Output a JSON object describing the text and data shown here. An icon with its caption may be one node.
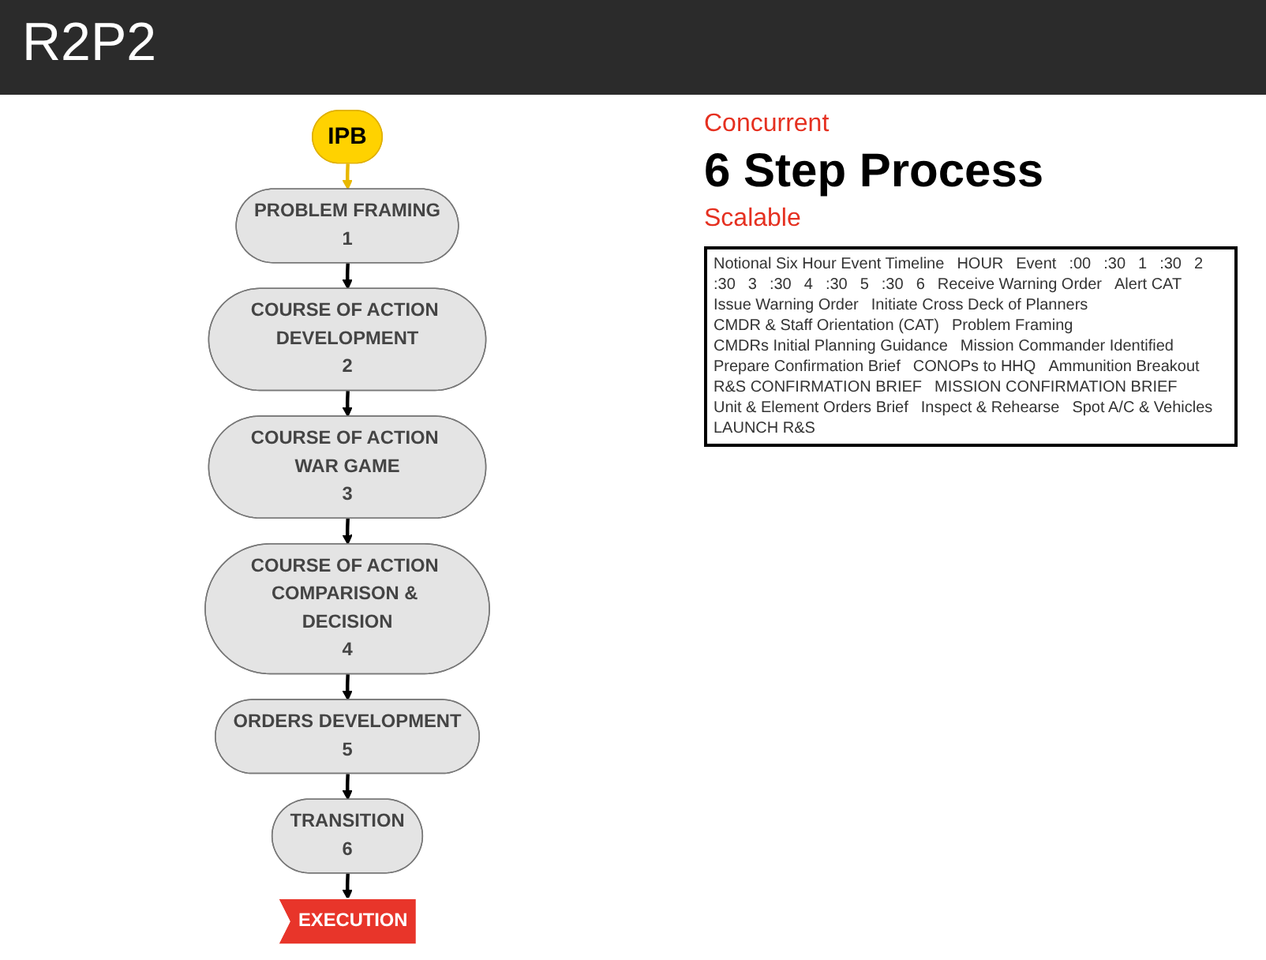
{
  "diagram": {
    "title": "R2P2",
    "nodes": [
      {
        "text": [
          "IPB"
        ]
      },
      {
        "text": [
          "EXECUTION"
        ]
      },
      {
        "text": [
          "PROBLEM FRAMING",
          "1"
        ]
      },
      {
        "text": [
          "COURSE OF ACTION DEVELOPMENT",
          "2"
        ]
      },
      {
        "text": [
          "COURSE OF ACTION WAR GAME",
          "3"
        ]
      },
      {
        "text": [
          "COURSE OF ACTION COMPARISON & DECISION",
          "4"
        ]
      },
      {
        "text": [
          "ORDERS DEVELOPMENT",
          "5"
        ]
      },
      {
        "text": [
          "TRANSITION",
          "6"
        ]
      }
    ],
    "edges": [
      {
        "from": 0,
        "to": 2,
        "arrow": "to",
        "color": "#e8b800"
      },
      {
        "from": 2,
        "to": 3,
        "arrow": "to"
      },
      {
        "from": 3,
        "to": 4,
        "arrow": "to"
      },
      {
        "from": 4,
        "to": 5,
        "arrow": "to"
      },
      {
        "from": 5,
        "to": 6,
        "arrow": "to"
      },
      {
        "from": 6,
        "to": 7,
        "arrow": "to"
      },
      {
        "from": 7,
        "to": 1,
        "arrow": "to"
      }
    ],
    "labels": [
      "Concurrent",
      "6 Step Process",
      "Scalable",
      "Notional Six Hour Event Timeline",
      "HOUR",
      "Event",
      ":00",
      ":30",
      "1",
      ":30",
      "2",
      ":30",
      "3",
      ":30",
      "4",
      ":30",
      "5",
      ":30",
      "6",
      "Receive Warning Order",
      "Alert CAT",
      "Issue Warning Order",
      "Initiate Cross Deck of Planners",
      "CMDR & Staff Orientation (CAT)",
      "Problem Framing",
      "CMDRs Initial Planning Guidance",
      "Mission Commander Identified",
      "Prepare Confirmation Brief",
      "CONOPs to HHQ",
      "Ammunition Breakout",
      "R&S CONFIRMATION BRIEF",
      "MISSION CONFIRMATION BRIEF",
      "Unit & Element Orders Brief",
      "Inspect & Rehearse",
      "Spot A/C & Vehicles",
      "LAUNCH R&S"
    ]
  }
}
